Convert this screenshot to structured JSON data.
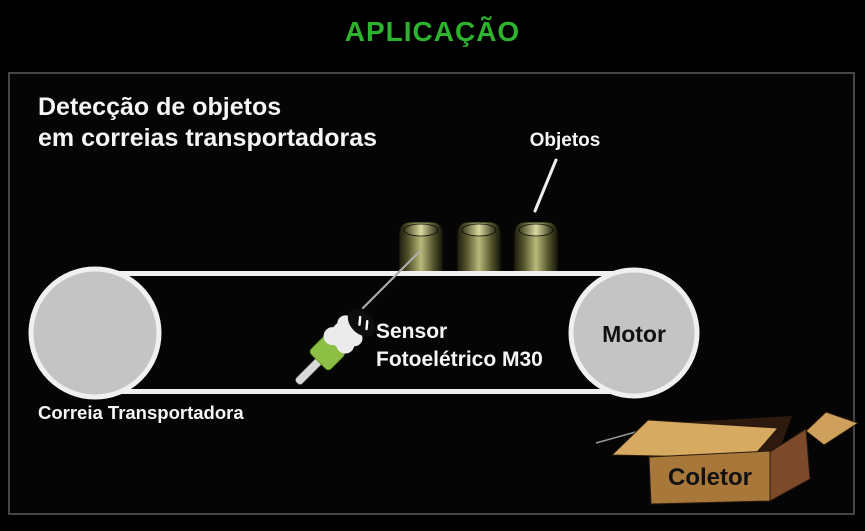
{
  "title": "APLICAÇÃO",
  "panel": {
    "heading": [
      "Detecção de objetos",
      "em correias transportadoras"
    ],
    "labels": {
      "objects": "Objetos",
      "sensor_line1": "Sensor",
      "sensor_line2": "Fotoelétrico M30",
      "motor": "Motor",
      "belt": "Correia Transportadora",
      "collector": "Coletor"
    },
    "object_count": 3
  },
  "icons": {
    "sensor": "photoelectric-sensor-icon",
    "objects": "cylinder-object-icon",
    "rollers": "belt-roller-icon",
    "collector": "open-cardboard-box-icon"
  },
  "colors": {
    "background": "#000000",
    "title_green": "#2db32d",
    "panel_border": "#464646",
    "text_light": "#f5f5f5",
    "belt_line": "#f0f0f0",
    "roller_fill": "#c4c4c4",
    "cylinder_light": "#b9b97c",
    "cylinder_dark": "#1c1c0e",
    "sensor_band_green": "#8cbf43",
    "sensor_body": "#ebebeb",
    "sensor_head": "#0e0e0e",
    "box_front": "#a8783a",
    "box_side": "#7c4a2b",
    "box_flap": "#d7aa62",
    "box_inside": "#2e190f"
  }
}
